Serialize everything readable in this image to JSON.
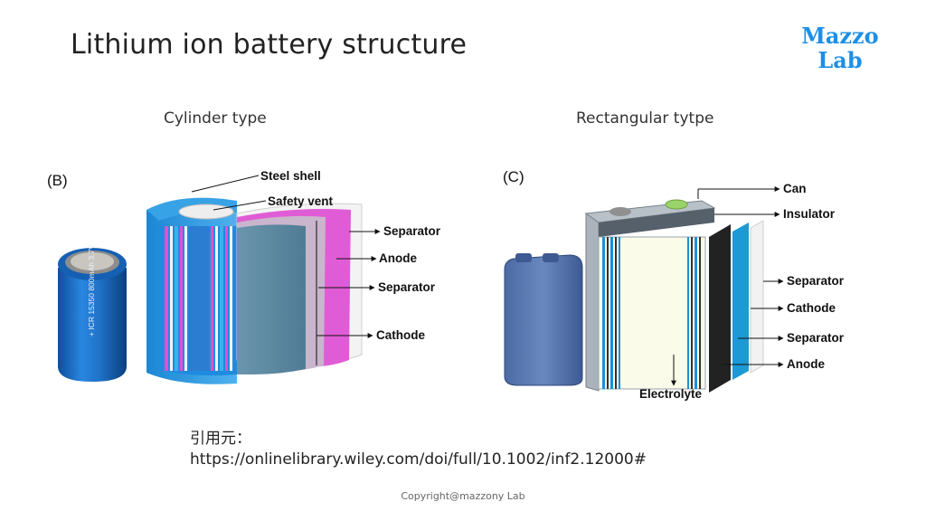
{
  "header": {
    "title": "Lithium ion battery structure",
    "logo_line1": "Mazzo",
    "logo_line2": "Lab"
  },
  "figures": {
    "cylinder": {
      "heading": "Cylinder type",
      "panel_label": "(B)",
      "cell_print": "+ ICR 15350 800mAh 3.7V -",
      "labels": [
        "Steel shell",
        "Safety vent",
        "Separator",
        "Anode",
        "Separator",
        "Cathode"
      ]
    },
    "rectangular": {
      "heading": "Rectangular tytpe",
      "panel_label": "(C)",
      "labels": [
        "Can",
        "Insulator",
        "Separator",
        "Cathode",
        "Separator",
        "Anode",
        "Electrolyte"
      ]
    }
  },
  "citation": {
    "prefix": "引用元：",
    "url": "https://onlinelibrary.wiley.com/doi/full/10.1002/inf2.12000#"
  },
  "footer": {
    "copyright": "Copyright@mazzony Lab"
  },
  "colors": {
    "logo_blue": "#1d8fe6",
    "battery_blue": "#1a73c8",
    "anode_magenta": "#e05cd6",
    "separator_slate": "#5b86a0"
  }
}
